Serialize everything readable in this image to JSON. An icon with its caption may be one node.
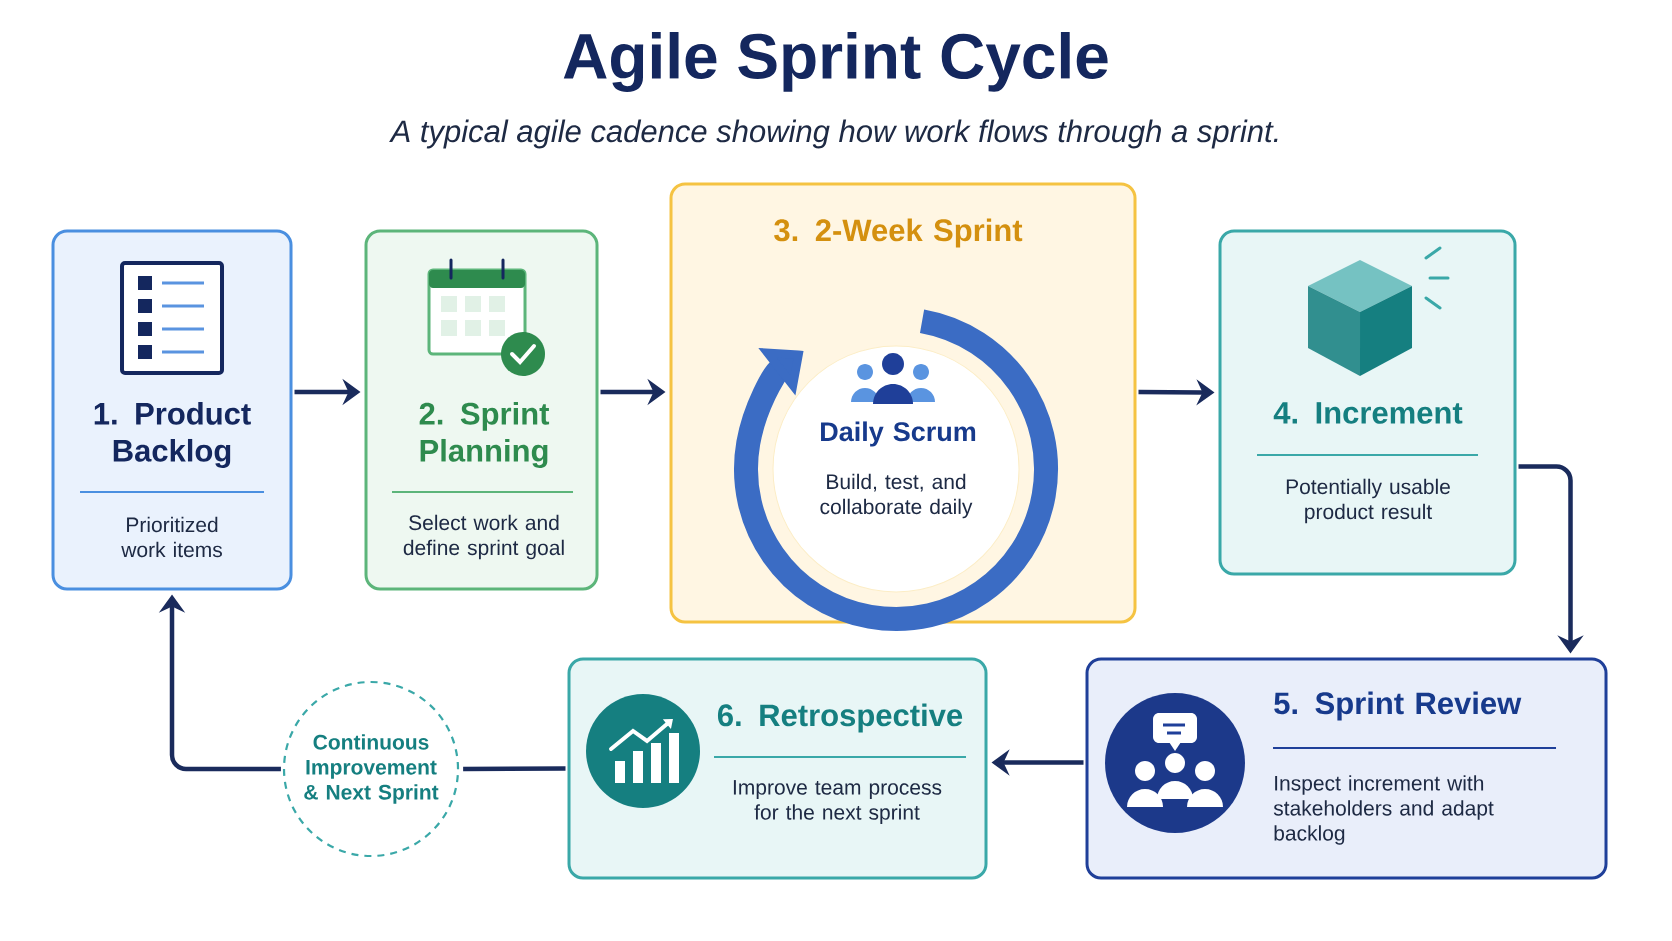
{
  "diagram": {
    "title": "Agile Sprint Cycle",
    "caption": "A typical agile cadence showing how work flows through a sprint.",
    "nodes": [
      {
        "text": [
          "1. Product Backlog",
          "Prioritized work items"
        ]
      },
      {
        "text": [
          "2. Sprint Planning",
          "Select work and define sprint goal"
        ]
      },
      {
        "text": [
          "3. 2-Week Sprint"
        ]
      },
      {
        "text": [
          "Daily Scrum",
          "Build, test, and collaborate daily"
        ],
        "in": 2
      },
      {
        "text": [
          "4. Increment",
          "Potentially usable product result"
        ]
      },
      {
        "text": [
          "5. Sprint Review",
          "Inspect increment with stakeholders and adapt backlog"
        ]
      },
      {
        "text": [
          "6. Retrospective",
          "Improve team process for the next sprint"
        ]
      },
      {
        "text": [
          "Continuous Improvement & Next Sprint"
        ]
      }
    ],
    "edges": [
      {
        "from": 0,
        "to": 1,
        "arrow": "to"
      },
      {
        "from": 1,
        "to": 2,
        "arrow": "to"
      },
      {
        "from": 2,
        "to": 4,
        "arrow": "to"
      },
      {
        "from": 4,
        "to": 5,
        "arrow": "to"
      },
      {
        "from": 5,
        "to": 6,
        "arrow": "to"
      },
      {
        "from": 6,
        "to": 7,
        "arrow": "none"
      },
      {
        "from": 7,
        "to": 0,
        "arrow": "to"
      }
    ]
  }
}
